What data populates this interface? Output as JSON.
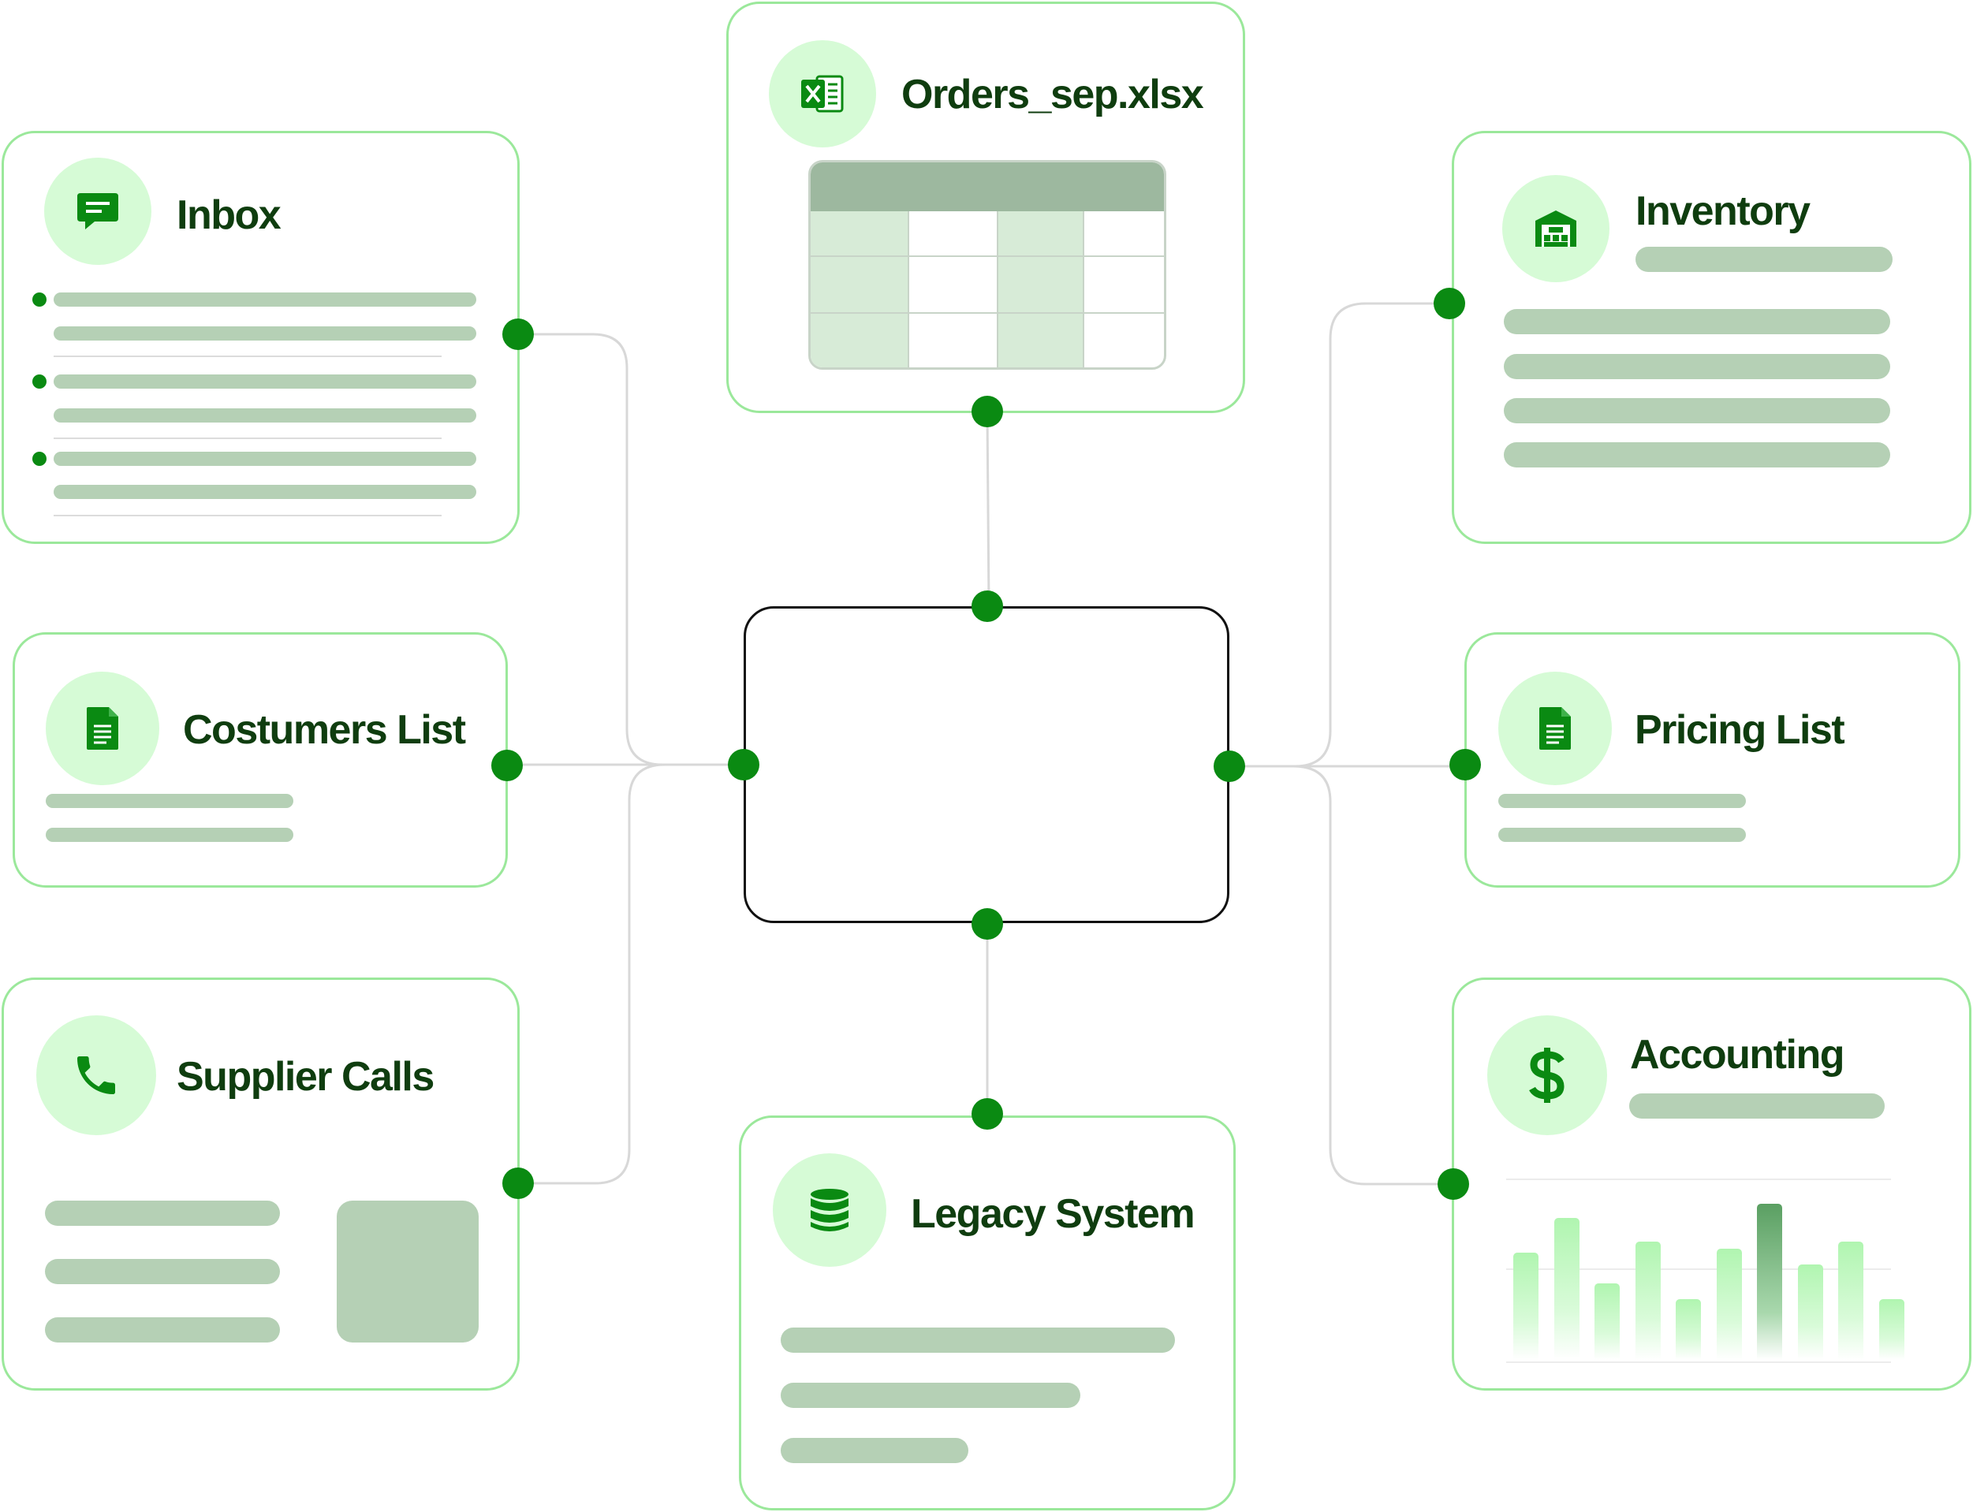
{
  "nodes": {
    "orders": {
      "title": "Orders_sep.xlsx",
      "icon": "excel-icon"
    },
    "inbox": {
      "title": "Inbox",
      "icon": "chat-icon"
    },
    "inventory": {
      "title": "Inventory",
      "icon": "warehouse-icon"
    },
    "customers": {
      "title": "Costumers List",
      "icon": "document-icon"
    },
    "pricing": {
      "title": "Pricing List",
      "icon": "document-icon"
    },
    "supplier": {
      "title": "Supplier Calls",
      "icon": "phone-icon"
    },
    "legacy": {
      "title": "Legacy System",
      "icon": "database-icon"
    },
    "accounting": {
      "title": "Accounting",
      "icon": "dollar-icon"
    }
  },
  "accounting_chart": {
    "values": [
      0.62,
      0.82,
      0.44,
      0.68,
      0.35,
      0.64,
      0.9,
      0.55,
      0.68,
      0.35
    ],
    "highlight_index": 6
  },
  "colors": {
    "accent": "#0a8a12",
    "card_border": "#9be89b",
    "icon_bg": "#d6fbd6",
    "placeholder": "#b5d0b5",
    "title": "#0f3d0f",
    "connector": "#d8d8d8"
  }
}
